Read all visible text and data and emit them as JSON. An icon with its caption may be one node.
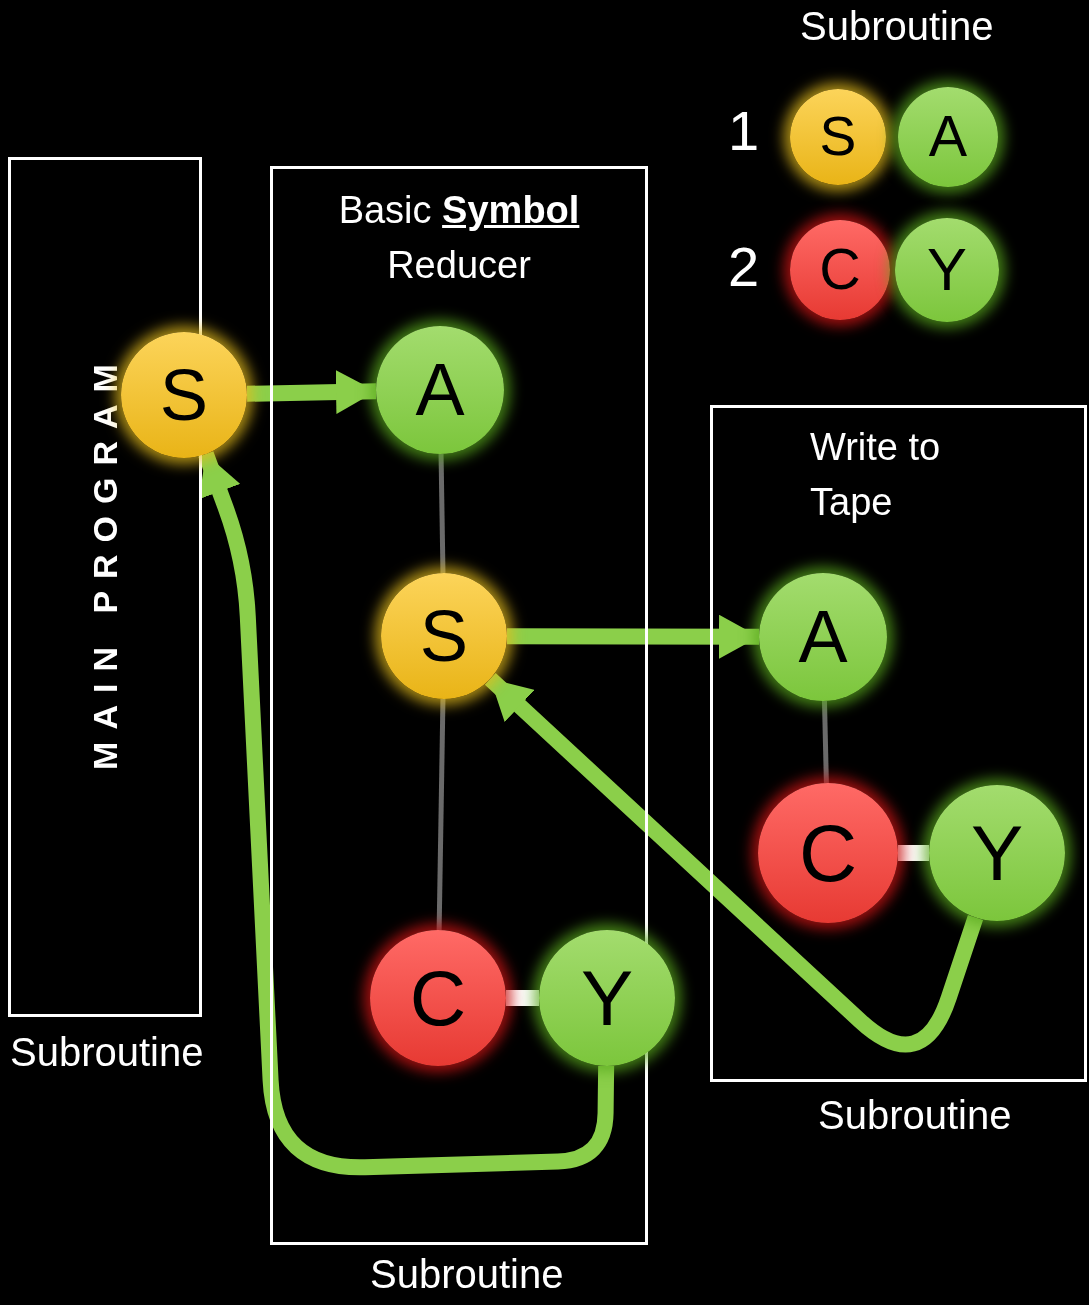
{
  "diagram": {
    "nodes": [
      {
        "text": [
          "MAIN PROGRAM"
        ],
        "beside": [
          "Subroutine"
        ]
      },
      {
        "text": [
          "S"
        ]
      },
      {
        "text": [
          "Basic **Symbol** Reducer"
        ],
        "beside": [
          "Subroutine"
        ]
      },
      {
        "text": [
          "A"
        ],
        "in": 2
      },
      {
        "text": [
          "S"
        ],
        "in": 2
      },
      {
        "text": [
          "C"
        ],
        "in": 2
      },
      {
        "text": [
          "Y"
        ]
      },
      {
        "text": [
          "Write to Tape"
        ],
        "beside": [
          "Subroutine"
        ]
      },
      {
        "text": [
          "A"
        ],
        "in": 7
      },
      {
        "text": [
          "C"
        ],
        "in": 7
      },
      {
        "text": [
          "Y"
        ],
        "in": 7
      },
      {
        "text": [
          "S"
        ]
      },
      {
        "text": [
          "A"
        ]
      },
      {
        "text": [
          "C"
        ]
      },
      {
        "text": [
          "Y"
        ]
      }
    ],
    "edges": [
      {
        "from": 1,
        "to": 3,
        "arrow": "to"
      },
      {
        "from": 3,
        "to": 4,
        "arrow": "none",
        "color": "#6a6a6a"
      },
      {
        "from": 4,
        "to": 5,
        "arrow": "none",
        "color": "#6a6a6a"
      },
      {
        "from": 5,
        "to": 6,
        "arrow": "none",
        "color": "#ffffff"
      },
      {
        "from": 4,
        "to": 8,
        "arrow": "to"
      },
      {
        "from": 8,
        "to": 9,
        "arrow": "none",
        "color": "#6a6a6a"
      },
      {
        "from": 9,
        "to": 10,
        "arrow": "none",
        "color": "#ffffff"
      },
      {
        "from": 10,
        "to": 4,
        "arrow": "to"
      },
      {
        "from": 6,
        "to": 1,
        "arrow": "to"
      }
    ],
    "labels": [
      "Subroutine",
      "1",
      "2"
    ]
  }
}
